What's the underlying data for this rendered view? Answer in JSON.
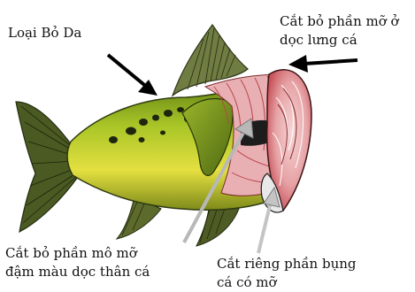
{
  "labels": {
    "remove_skin": "Loại Bỏ Da",
    "remove_back_fat": [
      "Cắt bỏ phần mỡ ở",
      "dọc lưng cá"
    ],
    "remove_dark_meat": [
      "Cắt bỏ phần mô mỡ",
      "đậm màu dọc thân cá"
    ],
    "separate_belly": [
      "Cắt riêng phần bụng",
      "cá có mỡ"
    ]
  },
  "colors": {
    "skin_green": "#9fbf22",
    "skin_yellow": "#e3df3a",
    "flesh_pink": "#e7a9ab",
    "flesh_red": "#c7333b",
    "fin_dark": "#3e4a28",
    "fin_olive": "#6f7c42",
    "arrow_black": "#000000",
    "arrow_gray": "#b8b8b8"
  }
}
